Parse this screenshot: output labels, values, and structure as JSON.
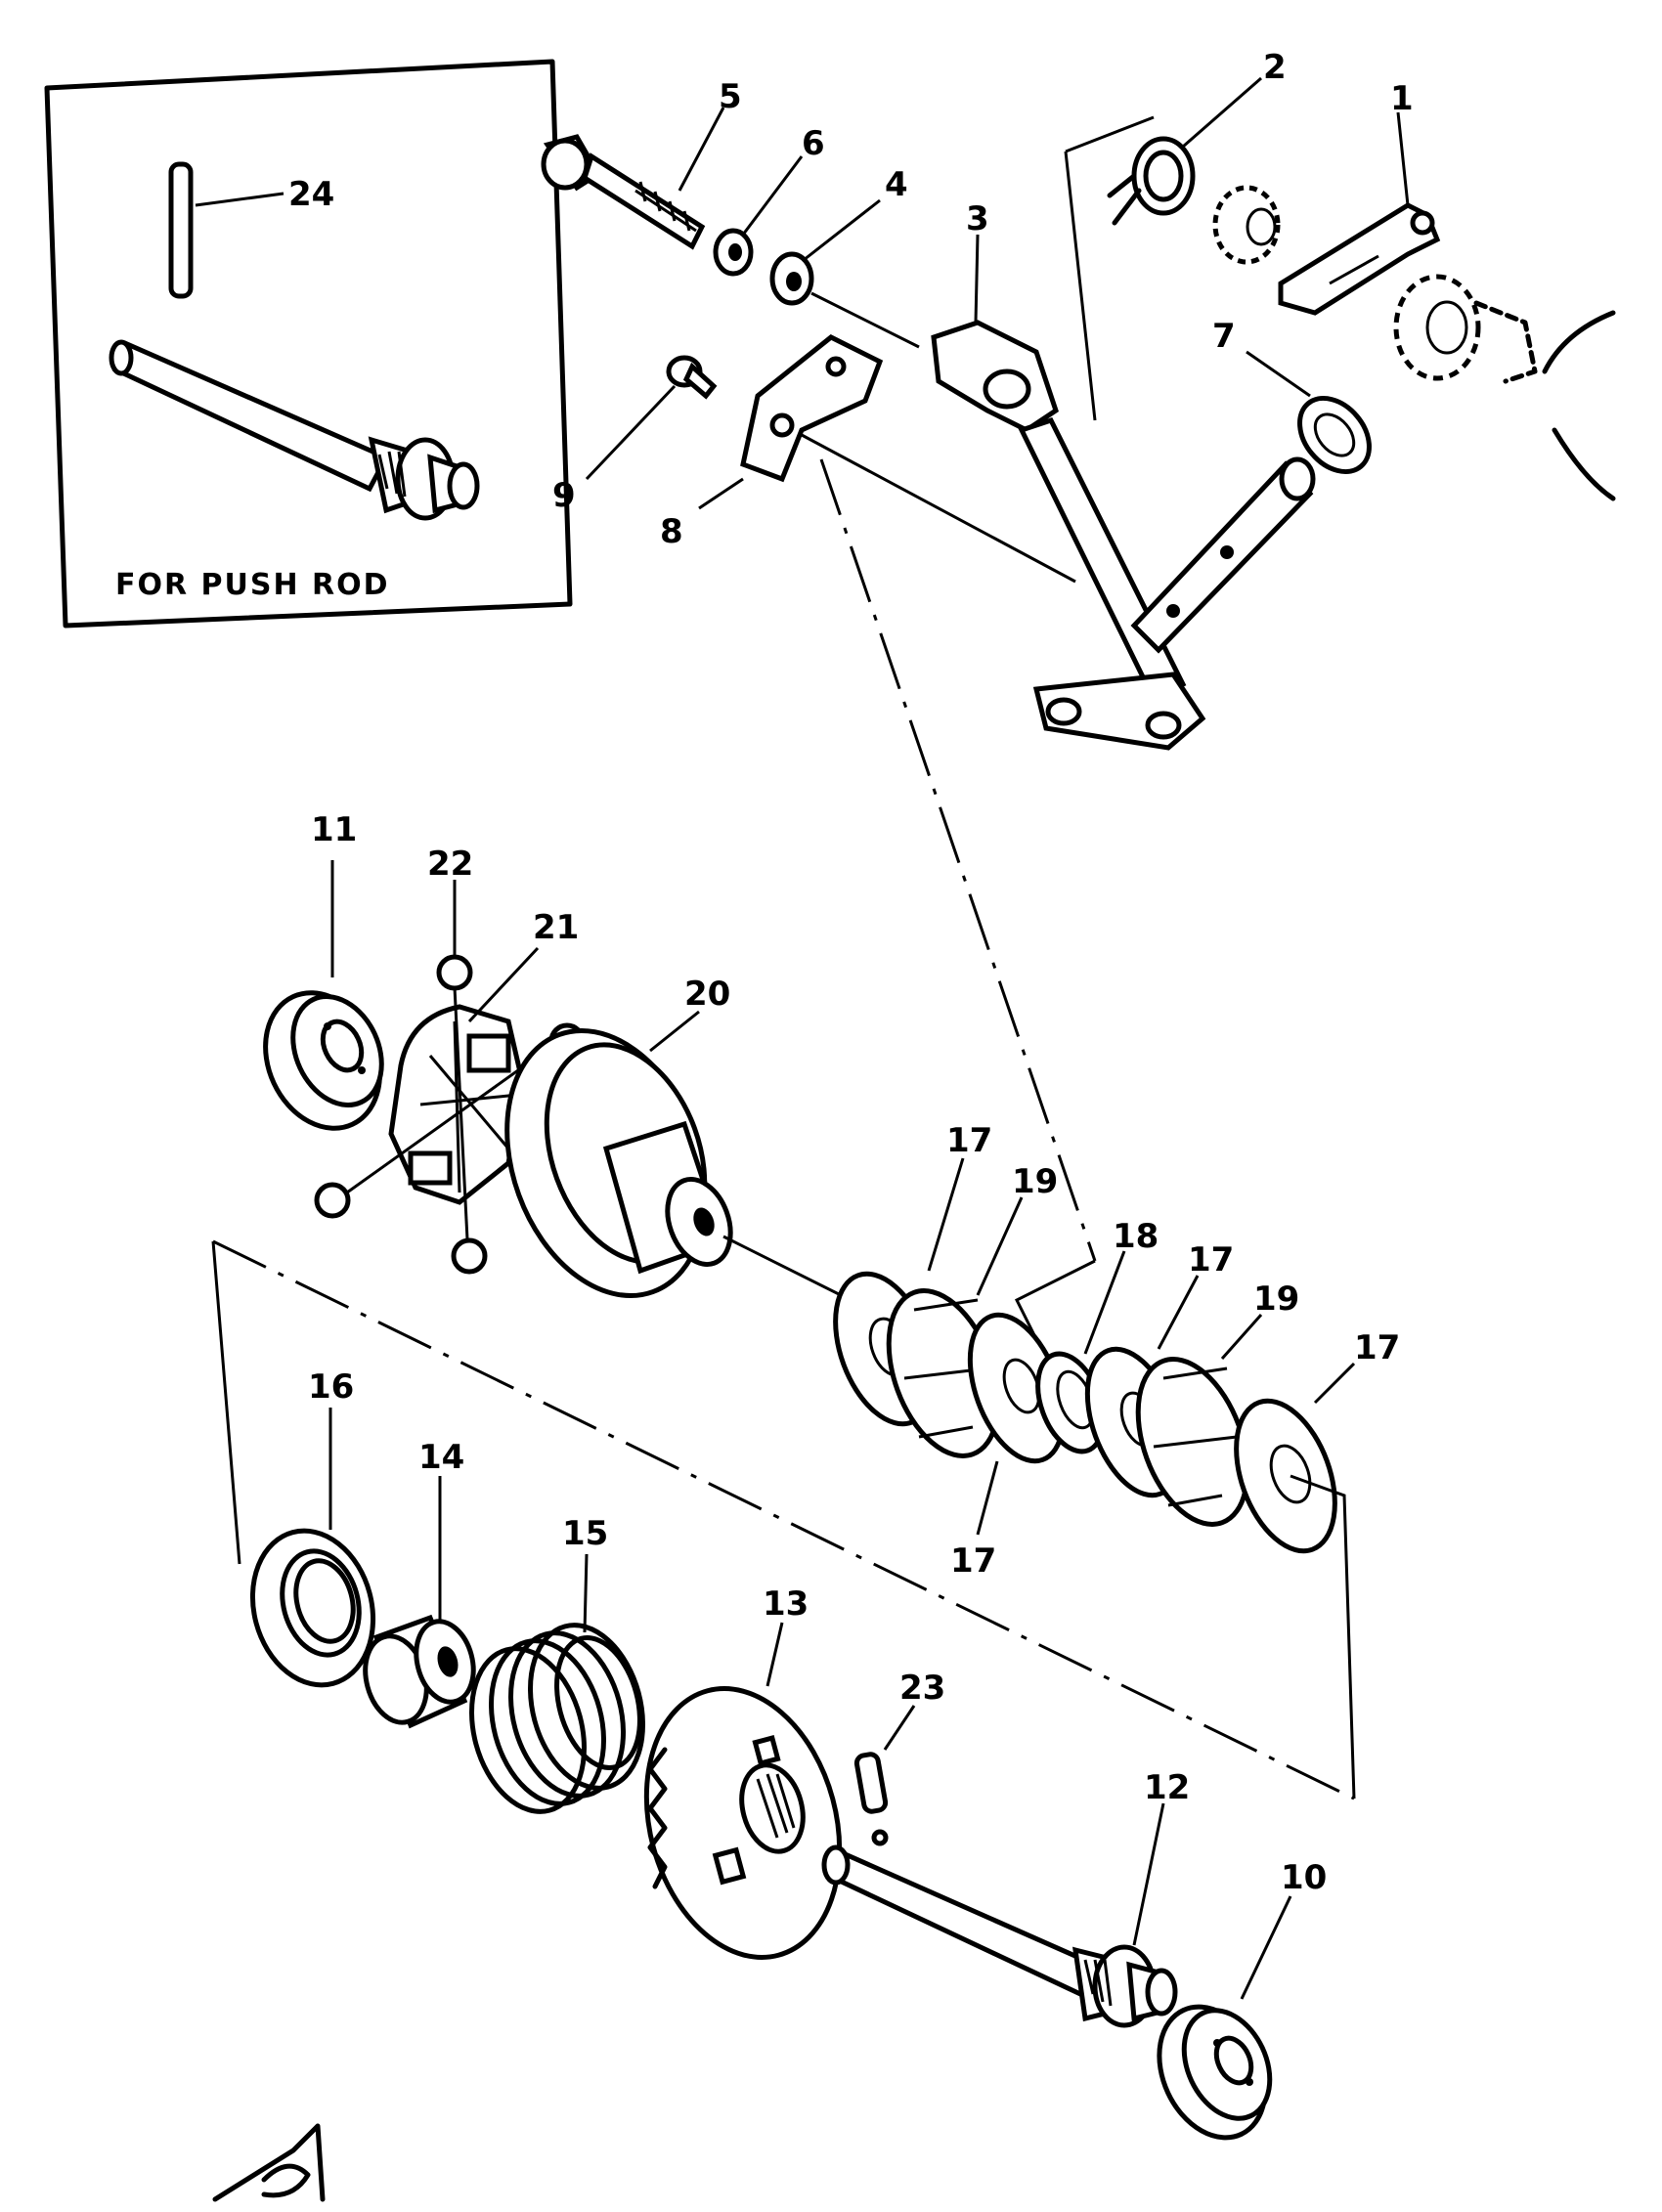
{
  "inset": {
    "caption": "FOR PUSH ROD"
  },
  "labels": {
    "p1": "1",
    "p2": "2",
    "p3": "3",
    "p4": "4",
    "p5": "5",
    "p6": "6",
    "p7": "7",
    "p8": "8",
    "p9": "9",
    "p10": "10",
    "p11": "11",
    "p12": "12",
    "p13": "13",
    "p14": "14",
    "p15": "15",
    "p16": "16",
    "p17a": "17",
    "p17b": "17",
    "p17c": "17",
    "p17d": "17",
    "p18": "18",
    "p19a": "19",
    "p19b": "19",
    "p20": "20",
    "p21": "21",
    "p22": "22",
    "p23": "23",
    "p24": "24"
  }
}
